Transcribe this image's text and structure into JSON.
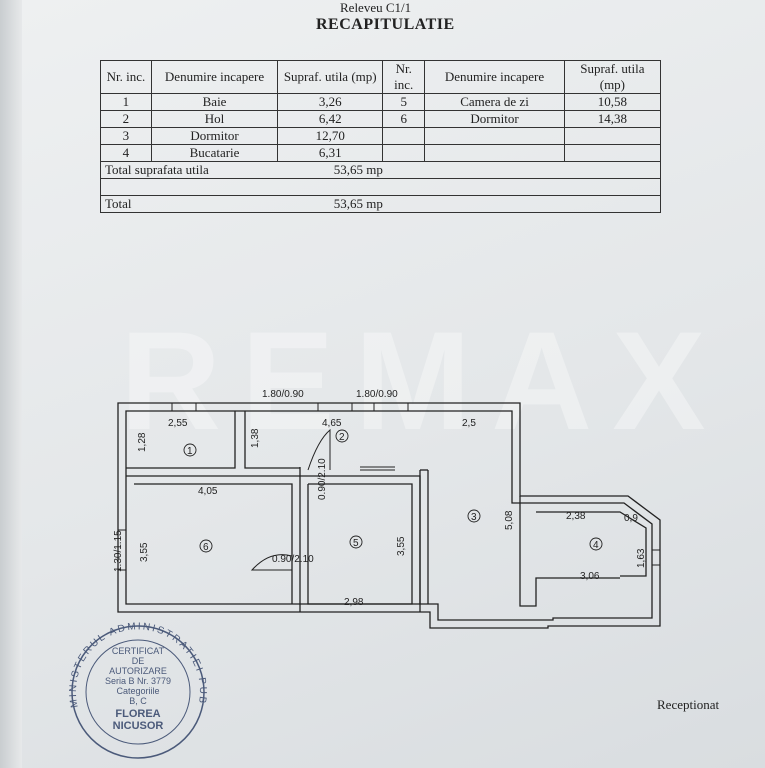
{
  "header": {
    "subtitle": "Releveu    C1/1",
    "title": "RECAPITULATIE"
  },
  "table": {
    "headers": {
      "nr": "Nr. inc.",
      "denumire": "Denumire incapere",
      "supraf": "Supraf. utila (mp)"
    },
    "rows": [
      {
        "nr1": "1",
        "name1": "Baie",
        "area1": "3,26",
        "nr2": "5",
        "name2": "Camera de zi",
        "area2": "10,58"
      },
      {
        "nr1": "2",
        "name1": "Hol",
        "area1": "6,42",
        "nr2": "6",
        "name2": "Dormitor",
        "area2": "14,38"
      },
      {
        "nr1": "3",
        "name1": "Dormitor",
        "area1": "12,70",
        "nr2": "",
        "name2": "",
        "area2": ""
      },
      {
        "nr1": "4",
        "name1": "Bucatarie",
        "area1": "6,31",
        "nr2": "",
        "name2": "",
        "area2": ""
      }
    ],
    "total_useful_label": "Total suprafata utila",
    "total_useful_value": "53,65 mp",
    "total_label": "Total",
    "total_value": "53,65 mp"
  },
  "watermark": "REMAX",
  "plan": {
    "dims": {
      "win1": "1.80/0.90",
      "win2": "1.80/0.90",
      "bath_w": "2,55",
      "bath_h": "1,28",
      "hall_h": "1,38",
      "hall_w": "4,65",
      "right_w": "2,5",
      "door1": "0.90/2.10",
      "bed6_w": "4,05",
      "bed6_h": "3,55",
      "win_left": "1.30/1.15",
      "door2": "0.90/2.10",
      "living_h": "3,55",
      "living_w": "2,98",
      "room3_h": "5,08",
      "kitchen_w": "2,38",
      "kitchen_d": "0,9",
      "kitchen_h": "1,63",
      "kitchen_b": "3,06"
    },
    "room_numbers": [
      "1",
      "2",
      "3",
      "4",
      "5",
      "6"
    ]
  },
  "stamp": {
    "ring": "MINISTERUL ADMINISTRATIEI PUBLICE",
    "line1": "CERTIFICAT",
    "line2": "DE",
    "line3": "AUTORIZARE",
    "line4": "Seria B Nr. 3779",
    "line5": "Categoriile",
    "line6": "B, C",
    "line7": "FLOREA",
    "line8": "NICUSOR"
  },
  "footer": {
    "received": "Receptionat"
  }
}
